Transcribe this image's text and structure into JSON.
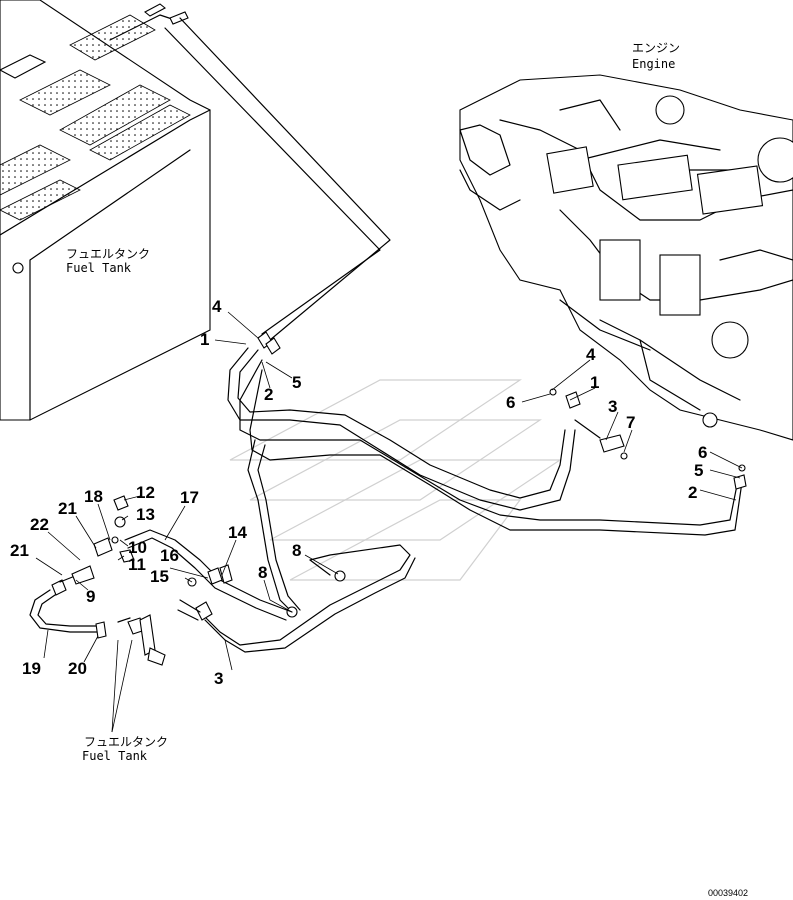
{
  "diagram": {
    "labels": {
      "engine_ja": "エンジン",
      "engine_en": "Engine",
      "tank_top_ja": "フュエルタンク",
      "tank_top_en": "Fuel Tank",
      "tank_bottom_ja": "フュエルタンク",
      "tank_bottom_en": "Fuel Tank"
    },
    "doc_number": "00039402",
    "callouts": {
      "c1": "1",
      "c2": "2",
      "c3": "3",
      "c4": "4",
      "c5": "5",
      "c6": "6",
      "c7": "7",
      "c8": "8",
      "c9": "9",
      "c10": "10",
      "c11": "11",
      "c12": "12",
      "c13": "13",
      "c14": "14",
      "c15": "15",
      "c16": "16",
      "c17": "17",
      "c18": "18",
      "c19": "19",
      "c20": "20",
      "c21": "21",
      "c22": "22"
    }
  }
}
